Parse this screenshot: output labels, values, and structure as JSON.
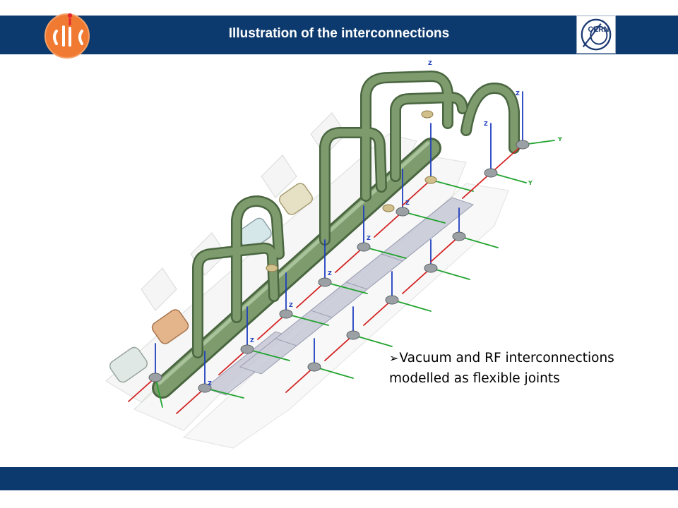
{
  "slide": {
    "title": "Illustration of the interconnections"
  },
  "logos": {
    "left": {
      "name": "clic-logo",
      "text": "clic"
    },
    "right": {
      "name": "cern-logo",
      "text": "CERN"
    }
  },
  "bullet": {
    "marker": "➢",
    "line1": "Vacuum and RF interconnections",
    "line2": "modelled as flexible joints"
  },
  "figure": {
    "axis_labels": {
      "z": "Z",
      "y": "Y"
    }
  },
  "colors": {
    "header": "#0d3a6e",
    "footer": "#0d3a6e",
    "pipe": "#6f8d62",
    "z_axis": "#1f3fbf",
    "y_axis": "#23a330",
    "x_axis": "#d42222"
  }
}
